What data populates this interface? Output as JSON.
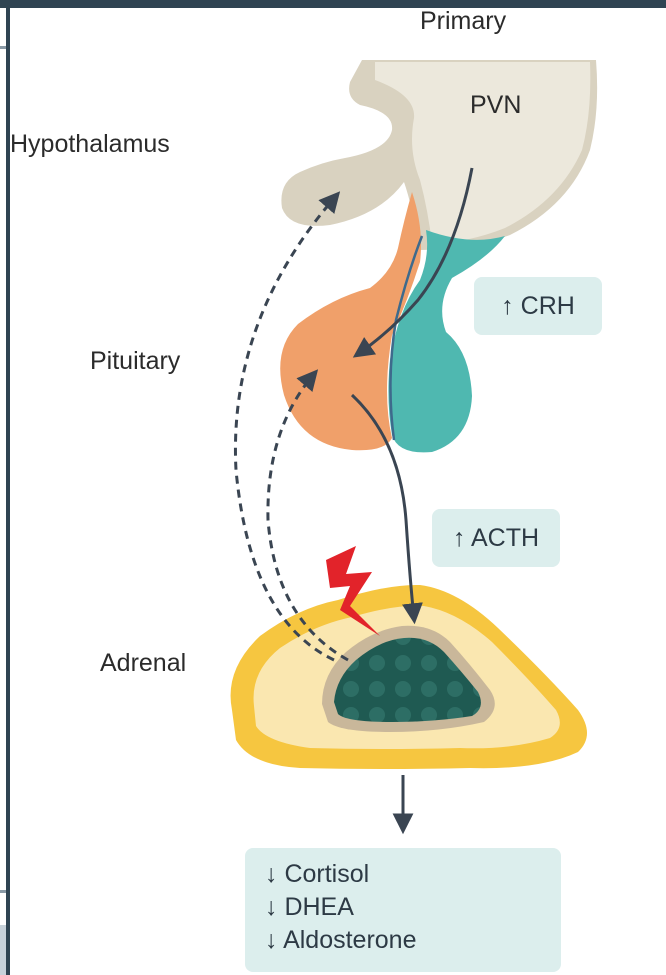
{
  "labels": {
    "primary": "Primary",
    "pvn": "PVN",
    "hypothalamus": "Hypothalamus",
    "pituitary": "Pituitary",
    "adrenal": "Adrenal"
  },
  "badges": {
    "crh": "↑ CRH",
    "acth": "↑ ACTH"
  },
  "outputs": [
    "↓ Cortisol",
    "↓ DHEA",
    "↓ Aldosterone"
  ],
  "colors": {
    "hypothalamus": "#d9d2c0",
    "pituitary_anterior": "#f0a06a",
    "pituitary_posterior": "#4fb8b0",
    "adrenal_cortex": "#f6c640",
    "adrenal_medulla": "#1f5a52",
    "arrow": "#3a4552",
    "lightning": "#e2232a",
    "badge_bg": "#dceeed"
  }
}
